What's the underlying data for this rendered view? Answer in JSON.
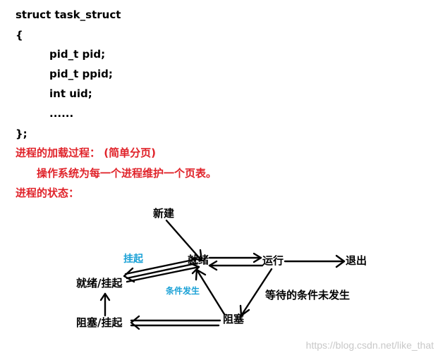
{
  "code": {
    "line1": "struct task_struct",
    "line2": "{",
    "line3": "pid_t pid;",
    "line4": "pid_t ppid;",
    "line5": "int uid;",
    "line6": "......",
    "line7": "};"
  },
  "notes": {
    "loading_title": "进程的加载过程：  (简单分页)",
    "loading_body": "操作系统为每一个进程维护一个页表。",
    "states_title": "进程的状态："
  },
  "diagram": {
    "nodes": {
      "new": "新建",
      "ready": "就绪",
      "running": "运行",
      "exit": "退出",
      "ready_suspended": "就绪/挂起",
      "blocked_suspended": "阻塞/挂起",
      "blocked": "阻塞"
    },
    "labels": {
      "suspend": "挂起",
      "condition_met": "条件发生",
      "waiting_condition": "等待的条件未发生"
    }
  },
  "watermark": "https://blog.csdn.net/like_that"
}
